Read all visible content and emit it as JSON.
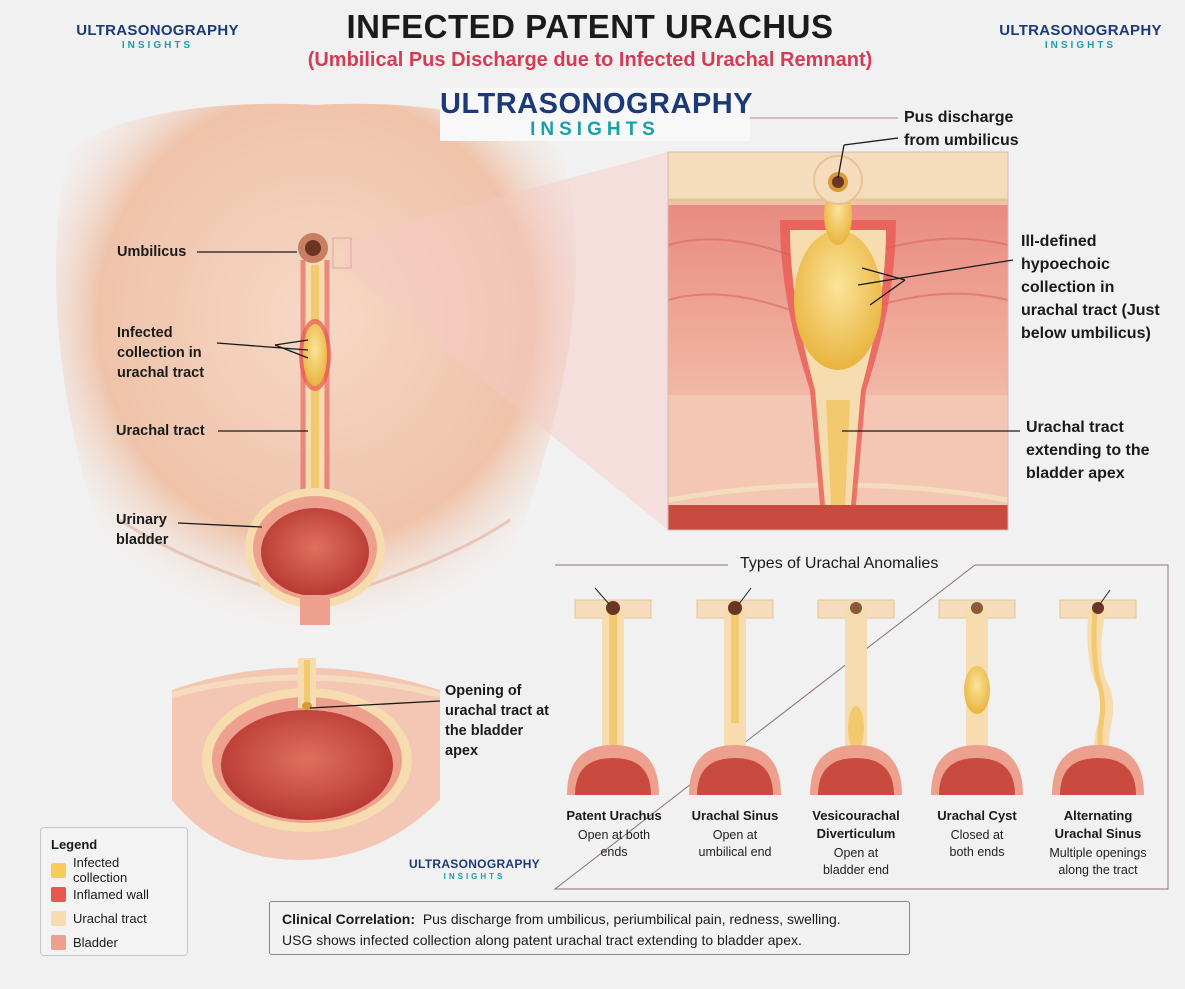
{
  "header": {
    "title": "INFECTED PATENT URACHUS",
    "subtitle": "(Umbilical Pus Discharge due to Infected Urachal Remnant)"
  },
  "logo": {
    "line1": "ULTRASONOGRAPHY",
    "line2": "INSIGHTS"
  },
  "labels": {
    "umbilicus": "Umbilicus",
    "infected_collection": "Infected collection in urachal tract",
    "urachal_tract": "Urachal tract",
    "urinary_bladder": "Urinary bladder",
    "pus_discharge": "Pus discharge from umbilicus",
    "ill_defined": "Ill-defined hypoechoic collection in urachal tract (Just below umbilicus)",
    "urachal_extending": "Urachal tract extending to the bladder apex",
    "opening": "Opening of urachal tract at the bladder apex"
  },
  "types": {
    "title": "Types of Urachal Anomalies",
    "items": [
      {
        "name": "Patent Urachus",
        "desc": "Open at both ends"
      },
      {
        "name": "Urachal Sinus",
        "desc": "Open at umbilical end"
      },
      {
        "name": "Vesicourachal Diverticulum",
        "desc": "Open at bladder end"
      },
      {
        "name": "Urachal Cyst",
        "desc": "Closed at both ends"
      },
      {
        "name": "Alternating Urachal Sinus",
        "desc": "Multiple openings along the tract"
      }
    ]
  },
  "legend": {
    "title": "Legend",
    "items": [
      {
        "label": "Infected collection",
        "color": "#f6cd5c"
      },
      {
        "label": "Inflamed wall",
        "color": "#e8574f"
      },
      {
        "label": "Urachal tract",
        "color": "#f6dcae"
      },
      {
        "label": "Bladder",
        "color": "#eea08e"
      }
    ]
  },
  "clinical": {
    "heading": "Clinical Correlation:",
    "line1": "Pus discharge from umbilicus, periumbilical pain, redness, swelling.",
    "line2": "USG shows infected collection along patent urachal tract extending to bladder apex."
  }
}
